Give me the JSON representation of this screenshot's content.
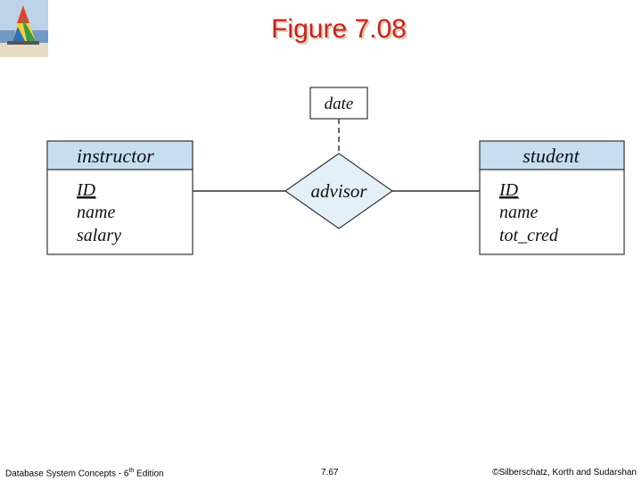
{
  "slide": {
    "title": "Figure 7.08"
  },
  "diagram": {
    "entities": [
      {
        "name": "instructor",
        "attributes": [
          {
            "label": "ID",
            "primary_key": true
          },
          {
            "label": "name",
            "primary_key": false
          },
          {
            "label": "salary",
            "primary_key": false
          }
        ]
      },
      {
        "name": "student",
        "attributes": [
          {
            "label": "ID",
            "primary_key": true
          },
          {
            "label": "name",
            "primary_key": false
          },
          {
            "label": "tot_cred",
            "primary_key": false
          }
        ]
      }
    ],
    "relationship": {
      "name": "advisor",
      "attribute": "date"
    },
    "colors": {
      "entity_header": "#c6def0",
      "relationship_fill": "#e4f0f8",
      "stroke": "#333333"
    }
  },
  "footer": {
    "book": "Database System Concepts - 6",
    "book_sup": "th",
    "book_tail": " Edition",
    "page": "7.67",
    "copyright": "©Silberschatz, Korth and Sudarshan"
  }
}
